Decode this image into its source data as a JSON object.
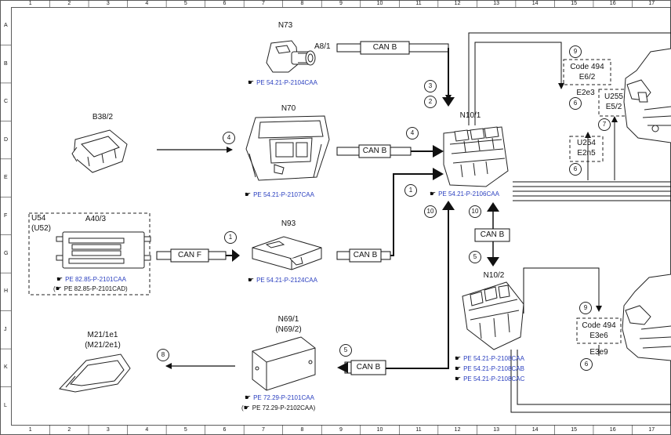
{
  "grid": {
    "columns": [
      "1",
      "2",
      "3",
      "4",
      "5",
      "6",
      "7",
      "8",
      "9",
      "10",
      "11",
      "12",
      "13",
      "14",
      "15",
      "16",
      "17"
    ],
    "rows": [
      "A",
      "B",
      "C",
      "D",
      "E",
      "F",
      "G",
      "H",
      "J",
      "K",
      "L"
    ]
  },
  "components": {
    "n73": {
      "name": "N73",
      "port": "A8/1",
      "ref": "PE 54.21-P-2104CAA"
    },
    "n70": {
      "name": "N70",
      "ref": "PE 54.21-P-2107CAA"
    },
    "b38": {
      "name": "B38/2"
    },
    "u54": {
      "name": "U54",
      "alt": "(U52)",
      "part": "A40/3",
      "ref1": "PE 82.85-P-2101CAA",
      "ref2": "PE 82.85-P-2101CAD"
    },
    "n93": {
      "name": "N93",
      "ref": "PE 54.21-P-2124CAA"
    },
    "n10_1": {
      "name": "N10/1",
      "ref": "PE 54.21-P-2106CAA"
    },
    "n10_2": {
      "name": "N10/2",
      "refs": [
        "PE 54.21-P-2108CAA",
        "PE 54.21-P-2108CAB",
        "PE 54.21-P-2108CAC"
      ]
    },
    "n69": {
      "name": "N69/1",
      "alt": "(N69/2)",
      "ref1": "PE 72.29-P-2101CAA",
      "ref2": "PE 72.29-P-2102CAA"
    },
    "m21": {
      "name": "M21/1e1",
      "alt": "(M21/2e1)"
    }
  },
  "can_labels": {
    "n73": "CAN B",
    "n70": "CAN B",
    "u54": "CAN F",
    "n93": "CAN B",
    "mid": "CAN B",
    "n69": "CAN B"
  },
  "front_box": {
    "code": "Code 494",
    "code_val": "E6/2",
    "e2e3": "E2e3",
    "u255": "U255",
    "u255_val": "E5/2",
    "u254": "U254",
    "u254_val": "E2n5"
  },
  "rear_box": {
    "code": "Code 494",
    "code_val": "E3e6",
    "e3e9": "E3e9"
  },
  "markers": {
    "m3": "3",
    "m2": "2",
    "m4a": "4",
    "m4b": "4",
    "m1a": "1",
    "m1b": "1",
    "m10a": "10",
    "m10b": "10",
    "m5a": "5",
    "m5b": "5",
    "m8": "8",
    "m9a": "9",
    "m6a": "6",
    "m7": "7",
    "m6b": "6",
    "m9b": "9",
    "m6c": "6"
  }
}
